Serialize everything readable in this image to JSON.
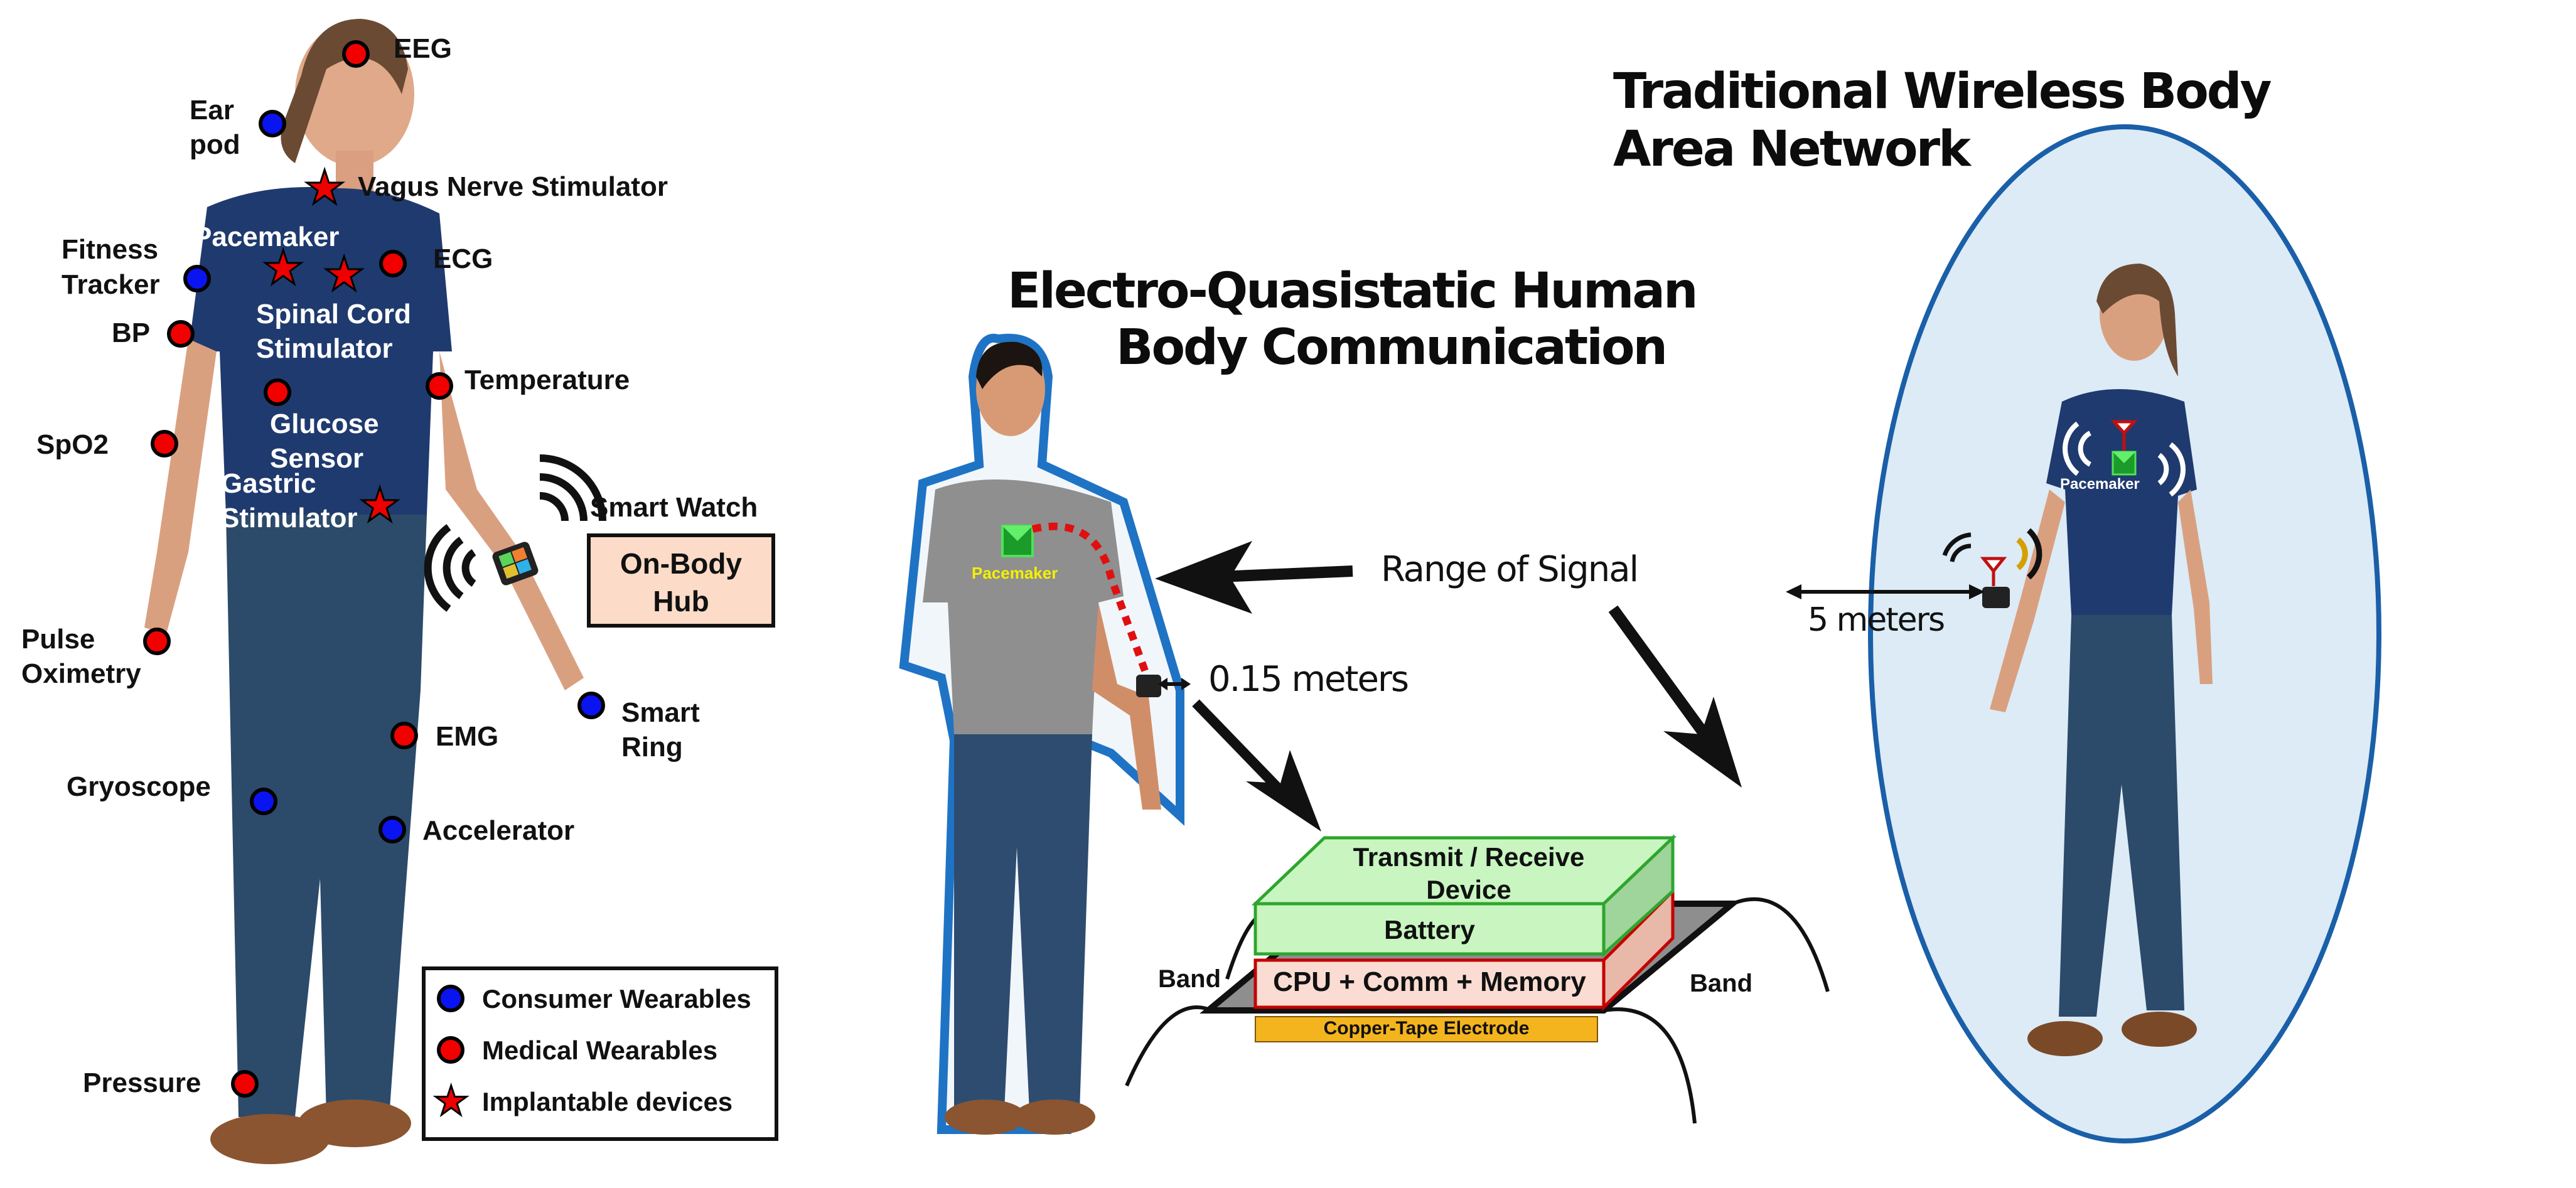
{
  "left_panel": {
    "sensors": [
      {
        "label": "EEG",
        "type": "medical"
      },
      {
        "label": "Ear pod",
        "type": "consumer"
      },
      {
        "label": "Vagus Nerve Stimulator",
        "type": "implantable"
      },
      {
        "label": "Pacemaker",
        "type": "implantable"
      },
      {
        "label": "Fitness Tracker",
        "type": "consumer"
      },
      {
        "label": "ECG",
        "type": "medical"
      },
      {
        "label": "Spinal Cord Stimulator",
        "type": "implantable"
      },
      {
        "label": "BP",
        "type": "medical"
      },
      {
        "label": "Temperature",
        "type": "medical"
      },
      {
        "label": "Glucose Sensor",
        "type": "medical"
      },
      {
        "label": "SpO2",
        "type": "medical"
      },
      {
        "label": "Gastric Stimulator",
        "type": "implantable"
      },
      {
        "label": "Smart Watch",
        "type": "hub"
      },
      {
        "label": "Pulse Oximetry",
        "type": "medical"
      },
      {
        "label": "Smart Ring",
        "type": "consumer"
      },
      {
        "label": "EMG",
        "type": "medical"
      },
      {
        "label": "Gryoscope",
        "type": "consumer"
      },
      {
        "label": "Accelerator",
        "type": "consumer"
      },
      {
        "label": "Pressure",
        "type": "medical"
      }
    ],
    "labels": {
      "eeg": "EEG",
      "ear_1": "Ear",
      "ear_2": "pod",
      "vagus": "Vagus Nerve Stimulator",
      "pacemaker": "Pacemaker",
      "fitness_1": "Fitness",
      "fitness_2": "Tracker",
      "ecg": "ECG",
      "spinal_1": "Spinal Cord",
      "spinal_2": "Stimulator",
      "bp": "BP",
      "temperature": "Temperature",
      "glucose_1": "Glucose",
      "glucose_2": "Sensor",
      "spo2": "SpO2",
      "gastric_1": "Gastric",
      "gastric_2": "Stimulator",
      "smart_watch": "Smart Watch",
      "pulse_1": "Pulse",
      "pulse_2": "Oximetry",
      "smart_ring_1": "Smart",
      "smart_ring_2": "Ring",
      "emg": "EMG",
      "gyroscope": "Gryoscope",
      "accelerator": "Accelerator",
      "pressure": "Pressure"
    },
    "hub": {
      "line1": "On-Body",
      "line2": "Hub"
    },
    "legend": [
      {
        "label": "Consumer Wearables",
        "symbol": "blue-circle"
      },
      {
        "label": "Medical Wearables",
        "symbol": "red-circle"
      },
      {
        "label": "Implantable devices",
        "symbol": "red-star"
      }
    ]
  },
  "middle_panel": {
    "title_line1": "Electro-Quasistatic Human",
    "title_line2": "Body Communication",
    "pacemaker_label": "Pacemaker",
    "range_label": "Range of Signal",
    "distance_label": "0.15 meters",
    "device_stack": {
      "top_line1": "Transmit / Receive",
      "top_line2": "Device",
      "battery": "Battery",
      "cpu": "CPU + Comm + Memory",
      "electrode": "Copper-Tape Electrode",
      "band_left": "Band",
      "band_right": "Band"
    }
  },
  "right_panel": {
    "title_line1": "Traditional Wireless Body",
    "title_line2": "Area Network",
    "pacemaker_label": "Pacemaker",
    "distance_label": "5 meters"
  },
  "colors": {
    "medical": "#f20000",
    "consumer": "#0a14f0",
    "hub_fill": "#fcdcc8",
    "eqs_outline": "#1f73c4",
    "wban_fill": "#dcebf6",
    "wban_outline": "#1a5fa8",
    "tx_green": "#c8f5c0",
    "cpu_pink": "#fadcd2",
    "copper": "#f4b41e"
  }
}
